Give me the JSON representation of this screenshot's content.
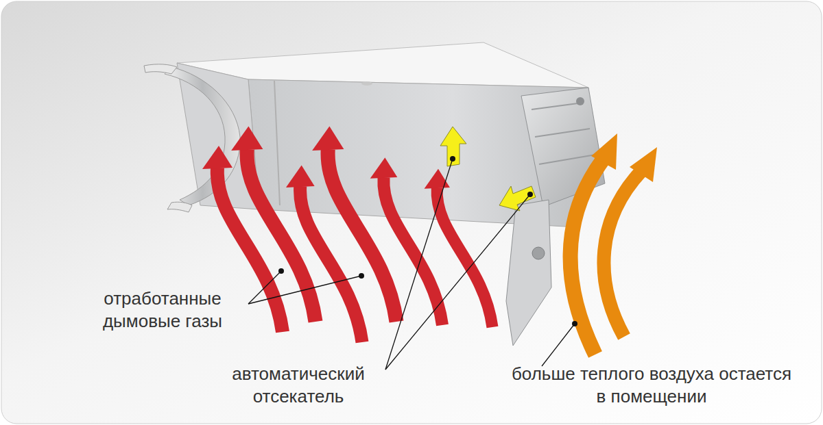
{
  "diagram": {
    "labels": [
      "отработанные дымовые газы",
      "автоматический отсекатель",
      "больше теплого воздуха остается в помещении"
    ]
  }
}
